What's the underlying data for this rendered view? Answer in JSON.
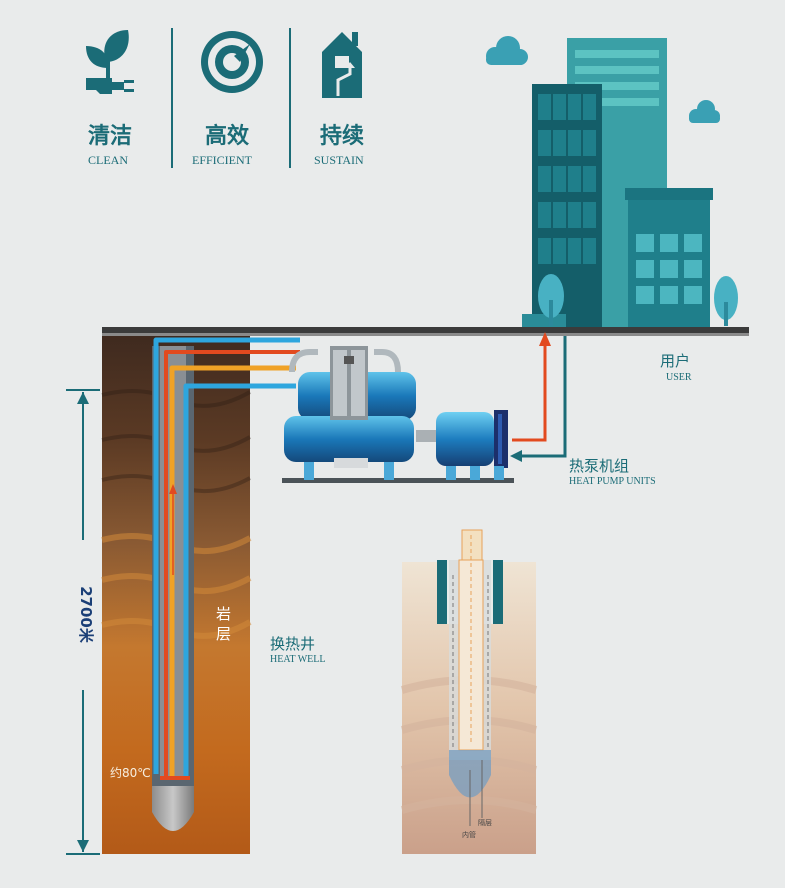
{
  "features": [
    {
      "cn": "清洁",
      "en": "CLEAN",
      "icon": "leaf-plug-icon"
    },
    {
      "cn": "高效",
      "en": "EFFICIENT",
      "icon": "gauge-icon"
    },
    {
      "cn": "持续",
      "en": "SUSTAIN",
      "icon": "house-arrow-icon"
    }
  ],
  "labels": {
    "user_cn": "用户",
    "user_en": "USER",
    "pump_cn": "热泵机组",
    "pump_en": "HEAT PUMP UNITS",
    "well_cn": "换热井",
    "well_en": "HEAT WELL",
    "rock_cn": "岩层",
    "depth": "2700米",
    "temp": "约80℃",
    "inset_a": "隔层",
    "inset_b": "内管"
  },
  "colors": {
    "teal": "#1b6c77",
    "hot": "#e24a1f",
    "warm": "#f0a226",
    "cold": "#2ea6de",
    "ground": "#b8631d"
  }
}
